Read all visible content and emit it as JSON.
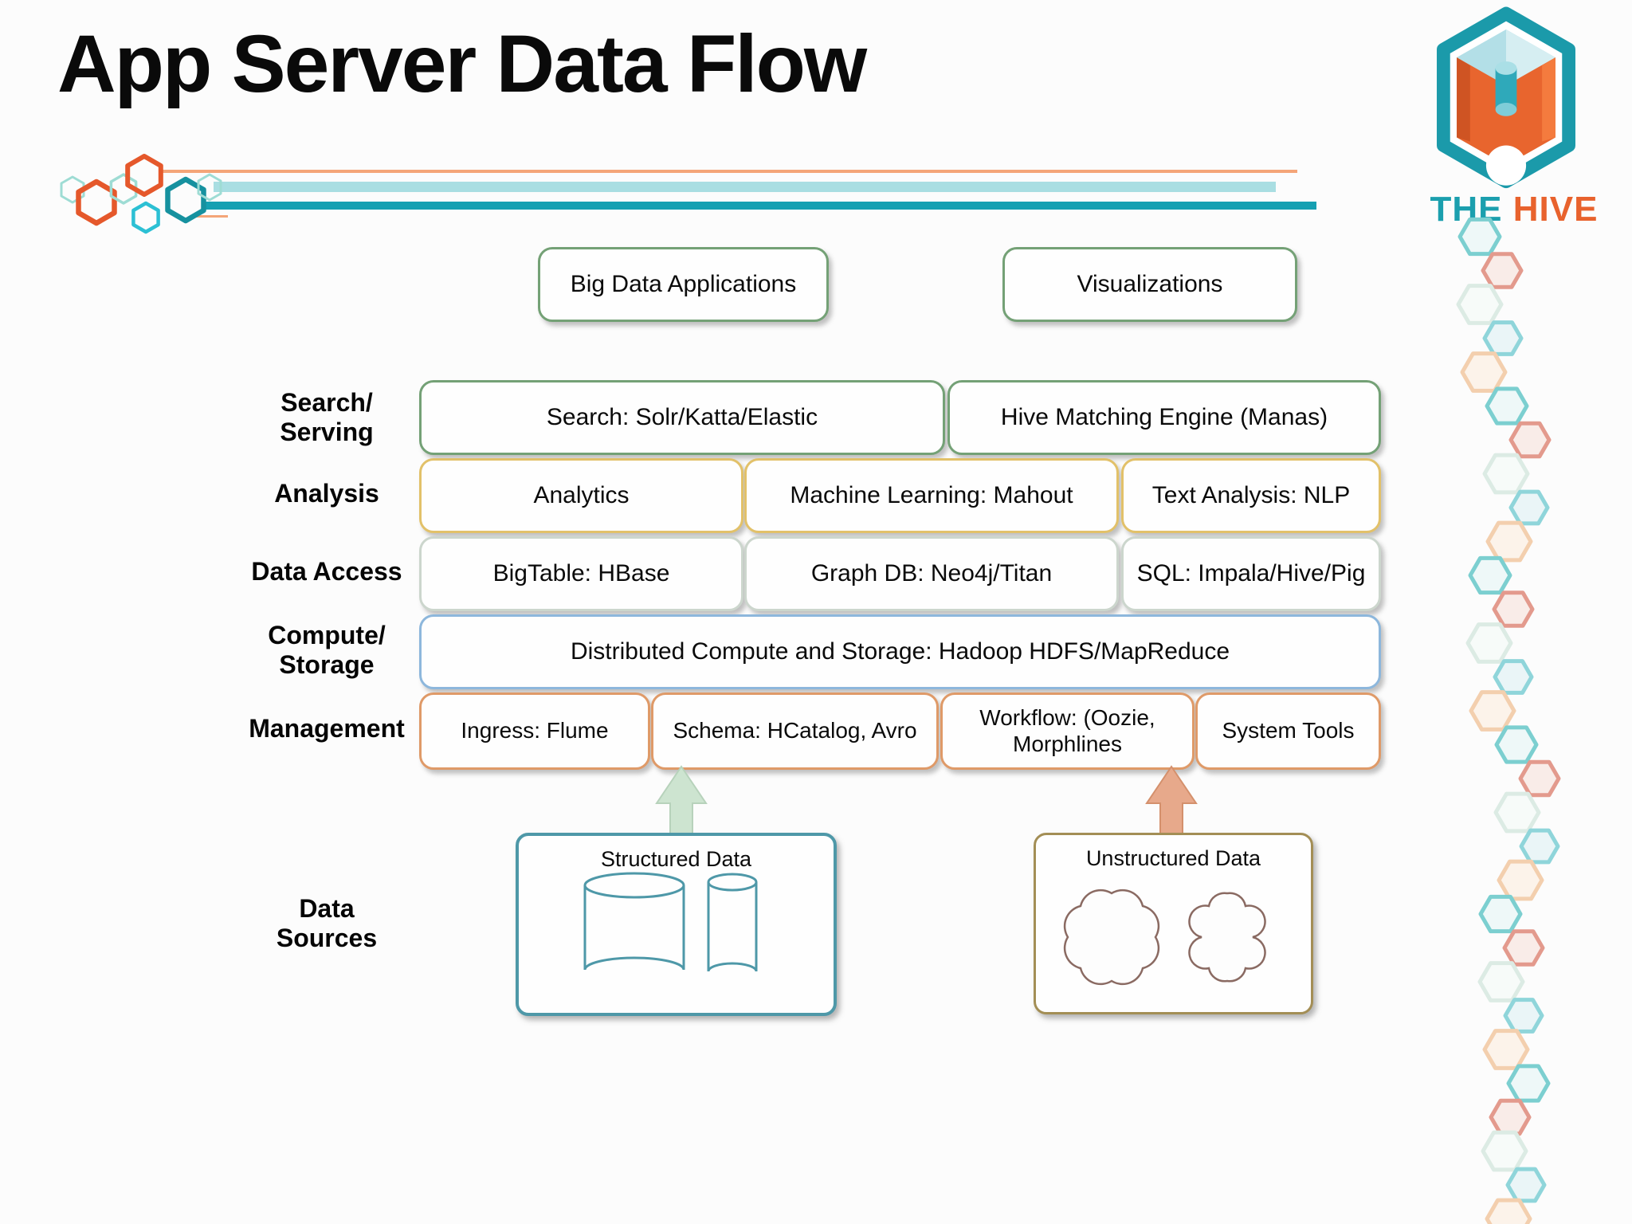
{
  "title": "App Server Data Flow",
  "brand": {
    "the": "THE",
    "hive": "HIVE"
  },
  "apps": [
    {
      "label": "Big Data Applications"
    },
    {
      "label": "Visualizations"
    }
  ],
  "layers": [
    {
      "label": "Search/\nServing",
      "boxes": [
        {
          "text": "Search: Solr/Katta/Elastic"
        },
        {
          "text": "Hive Matching Engine (Manas)"
        }
      ]
    },
    {
      "label": "Analysis",
      "boxes": [
        {
          "text": "Analytics"
        },
        {
          "text": "Machine Learning: Mahout"
        },
        {
          "text": "Text Analysis: NLP"
        }
      ]
    },
    {
      "label": "Data Access",
      "boxes": [
        {
          "text": "BigTable: HBase"
        },
        {
          "text": "Graph DB: Neo4j/Titan"
        },
        {
          "text": "SQL: Impala/Hive/Pig"
        }
      ]
    },
    {
      "label": "Compute/\nStorage",
      "boxes": [
        {
          "text": "Distributed Compute and Storage: Hadoop HDFS/MapReduce"
        }
      ]
    },
    {
      "label": "Management",
      "boxes": [
        {
          "text": "Ingress: Flume"
        },
        {
          "text": "Schema: HCatalog, Avro"
        },
        {
          "text": "Workflow: (Oozie,\nMorphlines"
        },
        {
          "text": "System Tools"
        }
      ]
    }
  ],
  "sources": {
    "label": "Data\nSources",
    "structured_label": "Structured Data",
    "unstructured_label": "Unstructured Data"
  },
  "colors": {
    "title_color": "#0a0a0a",
    "green_border": "#74a176",
    "gold_border": "#e2c169",
    "pale_border": "#ccd6cd",
    "blue_border": "#8db7dc",
    "orange_border": "#df9a68",
    "teal_border": "#4e98a8",
    "tan_border": "#a38e55",
    "cloud_stroke": "#8a6a62",
    "cylinder_stroke": "#4e98a8",
    "arrow_green": "#cde4d0",
    "arrow_orange": "#e7a98b",
    "brand_teal": "#1b9fae",
    "brand_orange": "#e8622d",
    "line_orange": "#f4a578",
    "line_teal_light": "#a9dee2",
    "line_teal_dark": "#15a0b2"
  },
  "decor": {
    "hex_chain_palette": [
      [
        "#7ccfd0",
        "#eef8f8"
      ],
      [
        "#e39a8d",
        "#f9ece8"
      ],
      [
        "#dcebe4",
        "#f7fbf9"
      ],
      [
        "#8fd5da",
        "#eaf5f7"
      ],
      [
        "#f3cfae",
        "#fcf3ea"
      ]
    ]
  }
}
